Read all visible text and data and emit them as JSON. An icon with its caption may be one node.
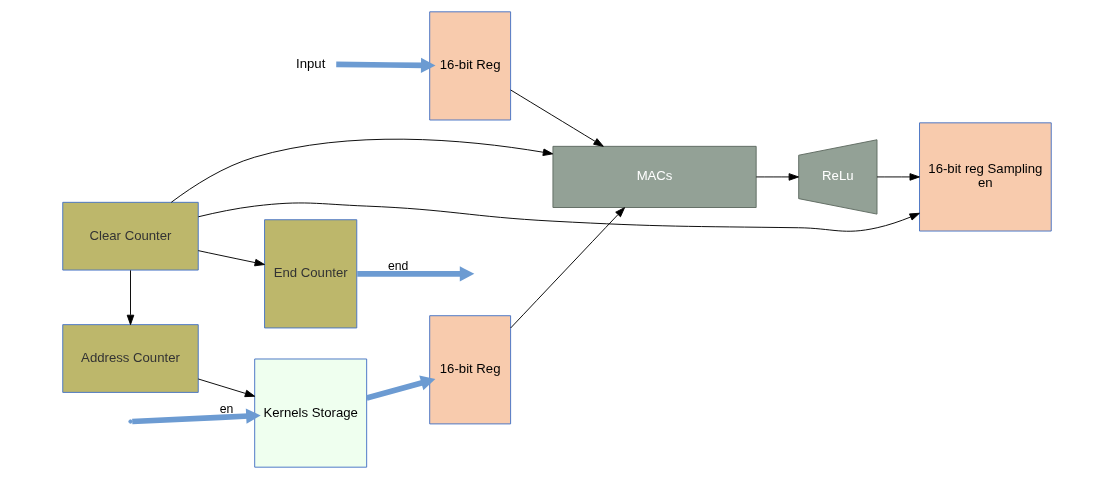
{
  "diagram": {
    "nodes": [
      {
        "text": [
          "Input"
        ]
      },
      {
        "text": [
          "16-bit Reg"
        ]
      },
      {
        "text": [
          "Kernels Storage"
        ]
      },
      {
        "text": [
          "16-bit Reg"
        ]
      },
      {
        "text": [
          "MACs"
        ]
      },
      {
        "text": [
          "ReLu"
        ]
      },
      {
        "text": [
          "16-bit reg Sampling",
          "en"
        ]
      },
      {
        "text": [
          "Address Counter"
        ]
      },
      {
        "text": [
          "Clear Counter"
        ]
      },
      {
        "text": [
          "End Counter"
        ]
      }
    ],
    "edges": [
      {
        "from": null,
        "to": 2,
        "arrow": "to",
        "label": "en",
        "style": "thick",
        "color": "#6c9bd2"
      },
      {
        "from": 0,
        "to": 1,
        "arrow": "to",
        "style": "thick",
        "color": "#6c9bd2"
      },
      {
        "from": 2,
        "to": 3,
        "arrow": "to",
        "style": "thick",
        "color": "#6c9bd2"
      },
      {
        "from": 1,
        "to": 4,
        "arrow": "to"
      },
      {
        "from": 3,
        "to": 4,
        "arrow": "to"
      },
      {
        "from": 4,
        "to": 5,
        "arrow": "to"
      },
      {
        "from": 5,
        "to": 6,
        "arrow": "to"
      },
      {
        "from": 8,
        "to": 4,
        "arrow": "to"
      },
      {
        "from": 8,
        "to": 6,
        "arrow": "to"
      },
      {
        "from": 8,
        "to": 7,
        "arrow": "to"
      },
      {
        "from": 8,
        "to": 9,
        "arrow": "to"
      },
      {
        "from": 7,
        "to": 2,
        "arrow": "to"
      },
      {
        "from": 9,
        "to": null,
        "arrow": "to",
        "label": "end",
        "style": "thick",
        "color": "#6c9bd2"
      }
    ]
  }
}
